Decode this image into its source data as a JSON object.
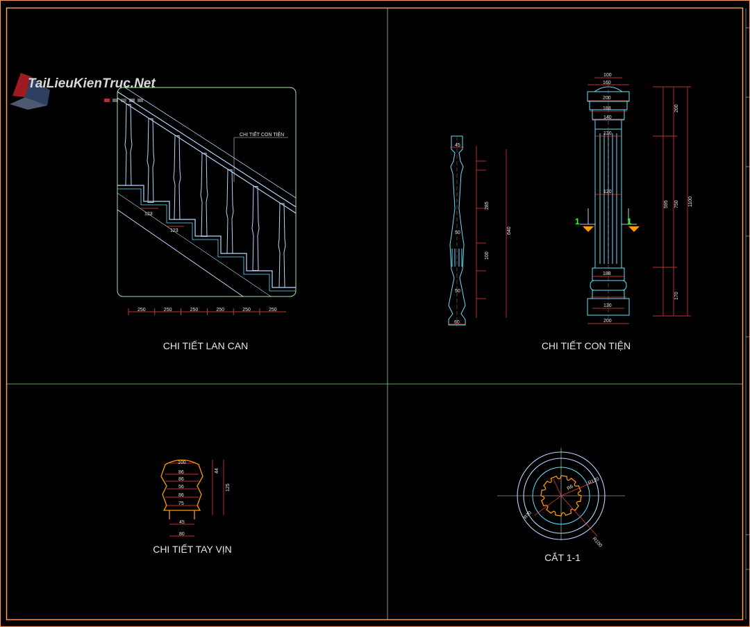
{
  "watermark": {
    "text": "TaiLieuKienTruc.Net"
  },
  "titles": {
    "lan_can": "CHI TIẾT LAN CAN",
    "con_tien": "CHI TIẾT CON TIỆN",
    "tay_vin": "CHI TIẾT TAY VỊN",
    "cat": "CẮT 1-1"
  },
  "labels": {
    "callout": "CHI TIẾT CON TIỆN",
    "section_mark": "1"
  },
  "dims": {
    "stair_bottom": [
      "250",
      "250",
      "250",
      "250",
      "250",
      "250"
    ],
    "tread": "123",
    "pillar_top": "100",
    "pillar_cap": "160",
    "pillar_w200": "200",
    "pillar_188": "188",
    "pillar_140": "140",
    "pillar_130": "130",
    "pillar_120": "120",
    "pillar_base": "200",
    "pillar_h1100": "1100",
    "pillar_h750": "750",
    "pillar_h595": "595",
    "pillar_h200": "200",
    "pillar_h170": "170",
    "baluster_top": "45",
    "baluster_bot": "60",
    "baluster_h": "640",
    "baluster_mid": "50",
    "baluster_285": "285",
    "baluster_100": "100",
    "rail_w100": "100",
    "rail_86": "86",
    "rail_56": "56",
    "rail_75": "75",
    "rail_45": "45",
    "rail_80": "80",
    "rail_h125": "125",
    "rail_44": "44",
    "r1": "R100",
    "r2": "R120",
    "r3": "R70",
    "r4": "R6"
  },
  "colors": {
    "frame": "#ff9a5c",
    "grid": "#8fd18f",
    "stair": "#b7d7ff",
    "cyan": "#66e0ff",
    "dim_red": "#ff4040",
    "orange": "#ff9a00",
    "green_mark": "#33ff33"
  }
}
